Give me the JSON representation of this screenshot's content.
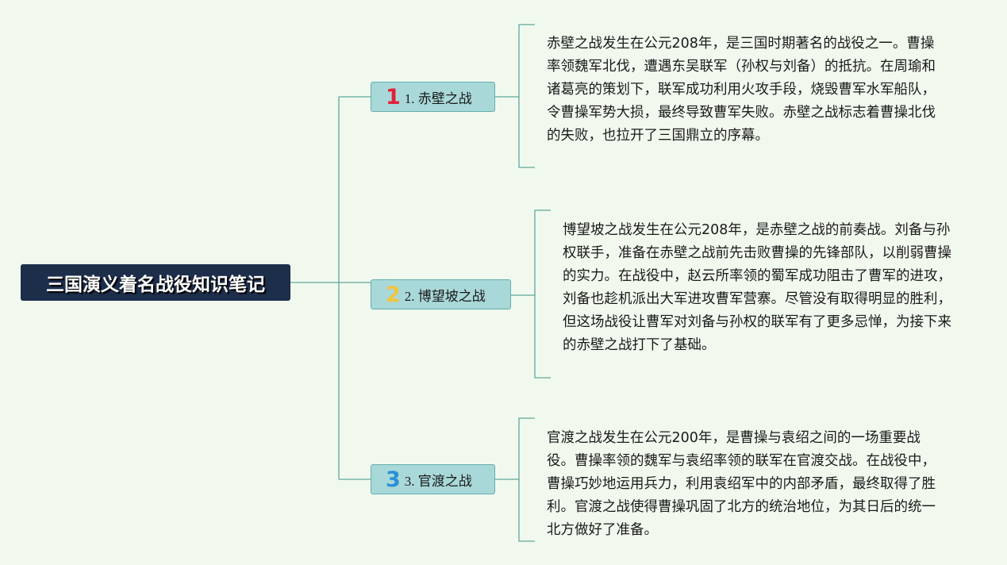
{
  "mindmap": {
    "root": {
      "title": "三国演义着名战役知识笔记"
    },
    "branches": [
      {
        "number": "1",
        "number_color": "#e3213a",
        "label": "1. 赤壁之战",
        "detail": "赤壁之战发生在公元208年，是三国时期著名的战役之一。曹操率领魏军北伐，遭遇东吴联军（孙权与刘备）的抵抗。在周瑜和诸葛亮的策划下，联军成功利用火攻手段，烧毁曹军水军船队，令曹操军势大损，最终导致曹军失败。赤壁之战标志着曹操北伐的失败，也拉开了三国鼎立的序幕。"
      },
      {
        "number": "2",
        "number_color": "#f2c53d",
        "label": "2. 博望坡之战",
        "detail": "博望坡之战发生在公元208年，是赤壁之战的前奏战。刘备与孙权联手，准备在赤壁之战前先击败曹操的先锋部队，以削弱曹操的实力。在战役中，赵云所率领的蜀军成功阻击了曹军的进攻，刘备也趁机派出大军进攻曹军营寨。尽管没有取得明显的胜利，但这场战役让曹军对刘备与孙权的联军有了更多忌惮，为接下来的赤壁之战打下了基础。"
      },
      {
        "number": "3",
        "number_color": "#2b8fd8",
        "label": "3. 官渡之战",
        "detail": "官渡之战发生在公元200年，是曹操与袁绍之间的一场重要战役。曹操率领的魏军与袁绍率领的联军在官渡交战。在战役中，曹操巧妙地运用兵力，利用袁绍军中的内部矛盾，最终取得了胜利。官渡之战使得曹操巩固了北方的统治地位，为其日后的统一北方做好了准备。"
      }
    ],
    "colors": {
      "background": "#f1f9ef",
      "root_fill": "#1d2e4b",
      "branch_fill": "#a9d8d8",
      "connector": "#5fa89b"
    }
  }
}
